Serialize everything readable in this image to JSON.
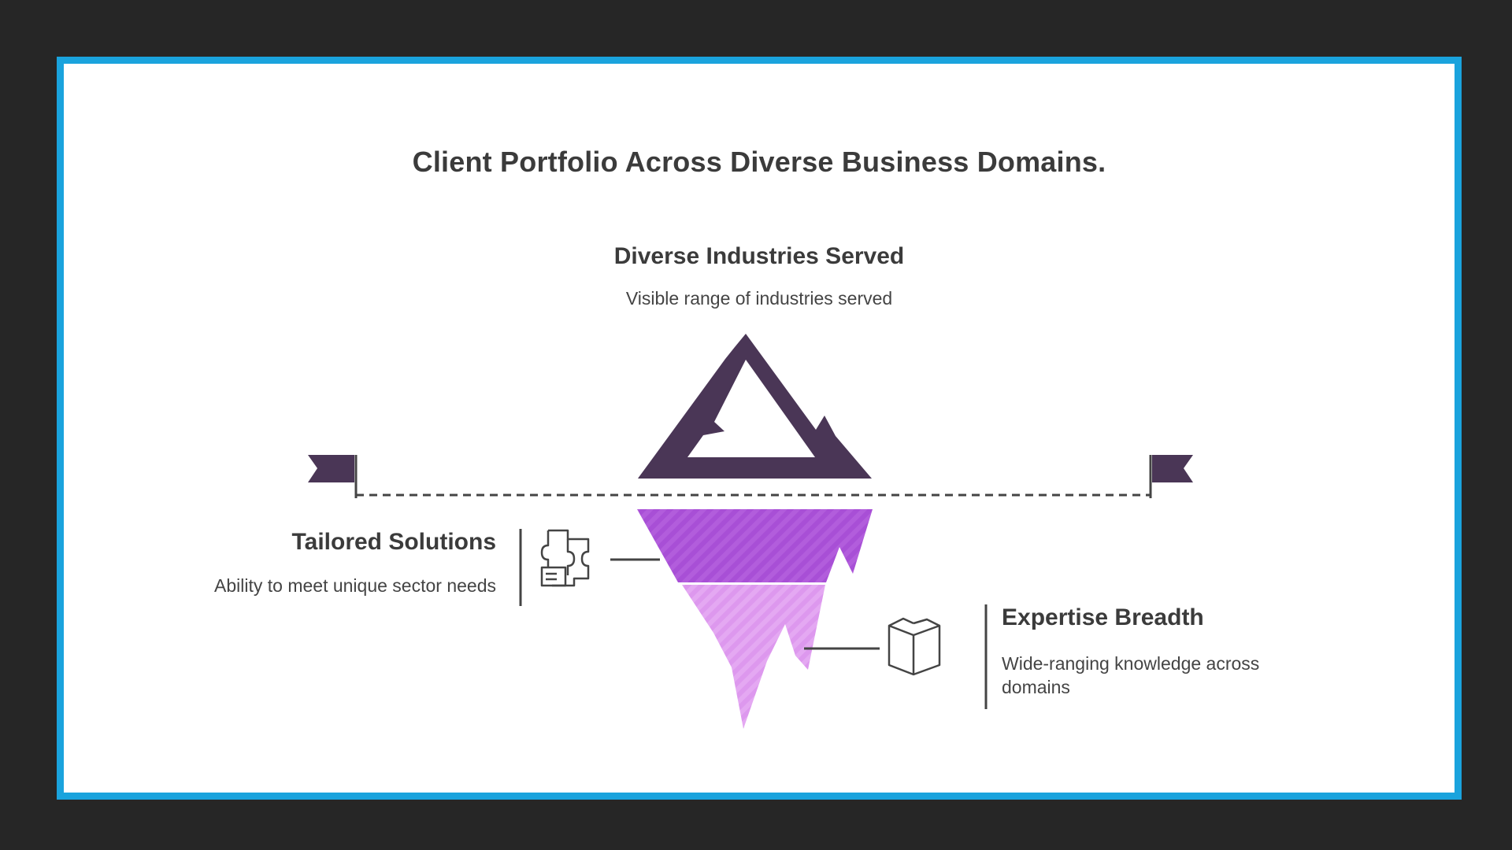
{
  "title": "Client Portfolio Across Diverse Business Domains.",
  "sections": {
    "top": {
      "heading": "Diverse Industries Served",
      "description": "Visible range of industries served"
    },
    "left": {
      "heading": "Tailored Solutions",
      "description": "Ability to meet unique sector needs",
      "icon": "puzzle-icon"
    },
    "right": {
      "heading": "Expertise Breadth",
      "description": "Wide-ranging knowledge across domains",
      "icon": "book-icon"
    }
  },
  "colors": {
    "background": "#262626",
    "border": "#1aa3dd",
    "peak": "#4a3656",
    "band_upper": "#a84fd6",
    "band_lower": "#dd98ee",
    "text": "#3b3b3b"
  }
}
